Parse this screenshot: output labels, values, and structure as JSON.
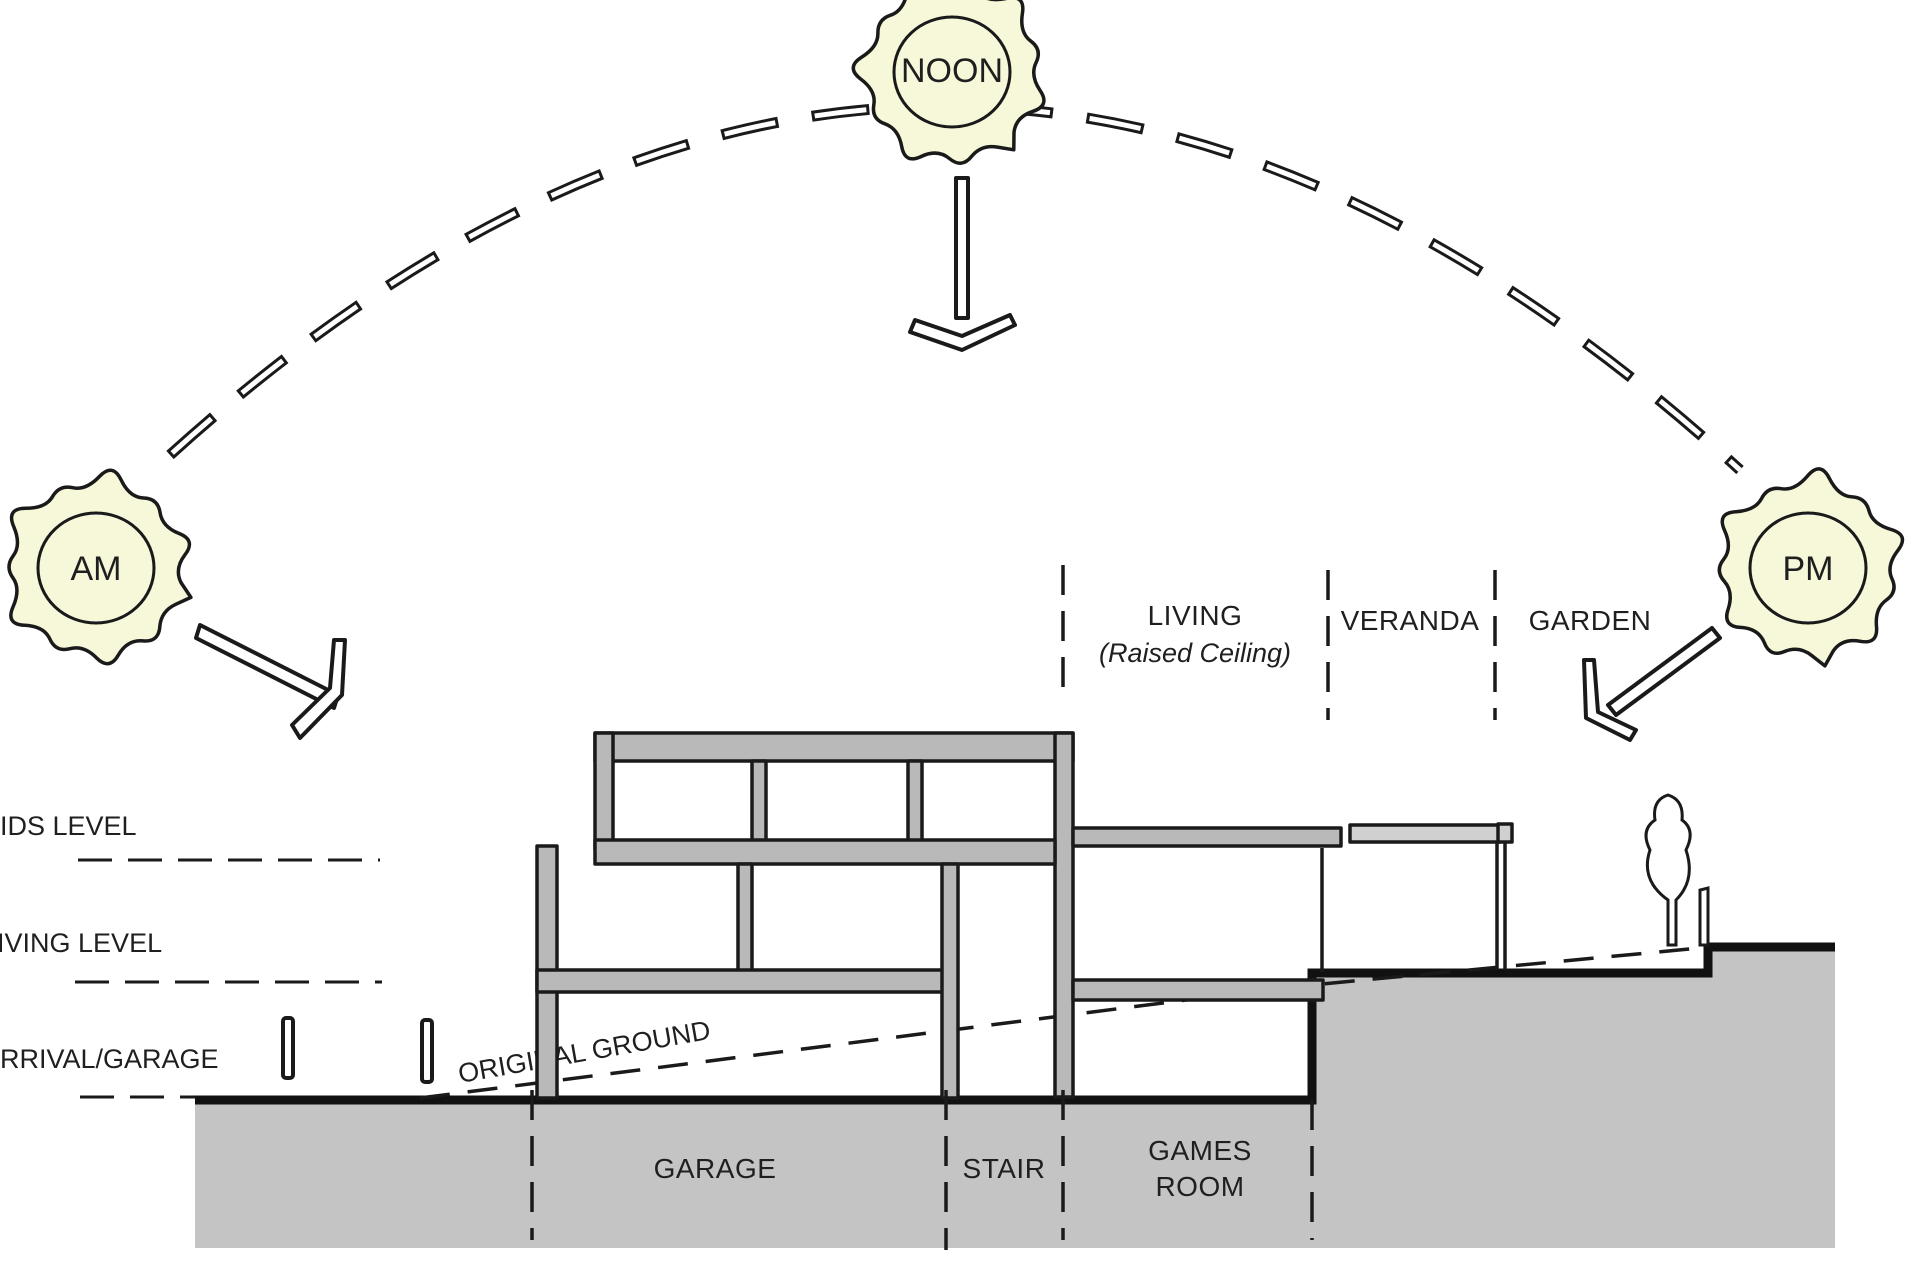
{
  "suns": {
    "am": "AM",
    "noon": "NOON",
    "pm": "PM"
  },
  "levels": {
    "kids": "KIDS LEVEL",
    "living": "LIVING LEVEL",
    "arrival": "ARRIVAL/GARAGE"
  },
  "upper_zones": {
    "living": "LIVING",
    "living_note": "(Raised Ceiling)",
    "veranda": "VERANDA",
    "garden": "GARDEN"
  },
  "ground_line": "ORIGINAL GROUND",
  "lower_zones": {
    "garage": "GARAGE",
    "stair": "STAIR",
    "games_line1": "GAMES",
    "games_line2": "ROOM"
  },
  "colors": {
    "sun_fill": "#f6f8d9",
    "structure": "#b9b9b9",
    "ground": "#c4c4c4",
    "ink": "#1a1a1a"
  }
}
